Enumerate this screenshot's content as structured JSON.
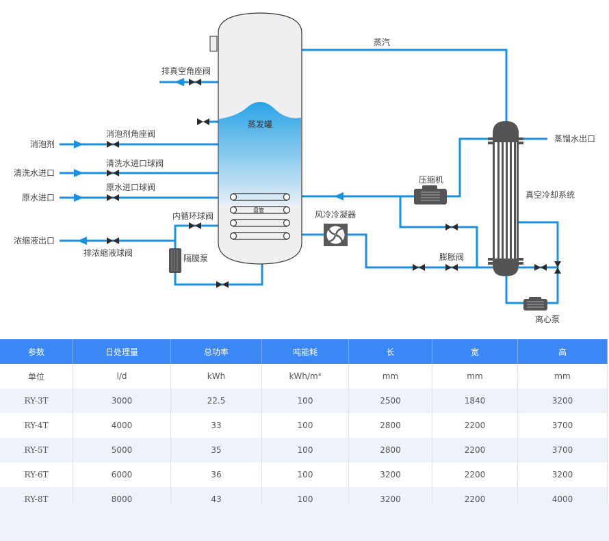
{
  "colors": {
    "pipe": "#1a90e0",
    "header": "#3b87f5",
    "equipment": "#545456"
  },
  "diagram": {
    "tank": "蒸发罐",
    "coil": "盘管",
    "steam": "蒸汽",
    "vacuum_valve": "排真空角座阀",
    "defoamer": "消泡剂",
    "defoamer_valve": "消泡剂角座阀",
    "wash_inlet": "清洗水进口",
    "wash_valve": "清洗水进口球阀",
    "raw_inlet": "原水进口",
    "raw_valve": "原水进口球阀",
    "circ_valve": "内循环球阀",
    "conc_outlet": "浓缩液出口",
    "conc_valve": "排浓缩液球阀",
    "diaphragm_pump": "隔膜泵",
    "condenser": "风冷冷凝器",
    "compressor": "压缩机",
    "expansion_valve": "膨胀阀",
    "distilled_outlet": "蒸馏水出口",
    "vacuum_cooling": "真空冷却系统",
    "centrifugal_pump": "离心泵"
  },
  "table": {
    "headers": [
      "参数",
      "日处理量",
      "总功率",
      "吨能耗",
      "长",
      "宽",
      "高"
    ],
    "rows": [
      [
        "单位",
        "l/d",
        "kWh",
        "kWh/m³",
        "mm",
        "mm",
        "mm"
      ],
      [
        "RY-3T",
        "3000",
        "22.5",
        "100",
        "2500",
        "1840",
        "3200"
      ],
      [
        "RY-4T",
        "4000",
        "33",
        "100",
        "2800",
        "2200",
        "3700"
      ],
      [
        "RY-5T",
        "5000",
        "35",
        "100",
        "2800",
        "2200",
        "3700"
      ],
      [
        "RY-6T",
        "6000",
        "36",
        "100",
        "3200",
        "2200",
        "3200"
      ],
      [
        "RY-8T",
        "8000",
        "43",
        "100",
        "3200",
        "2200",
        "4000"
      ]
    ]
  }
}
